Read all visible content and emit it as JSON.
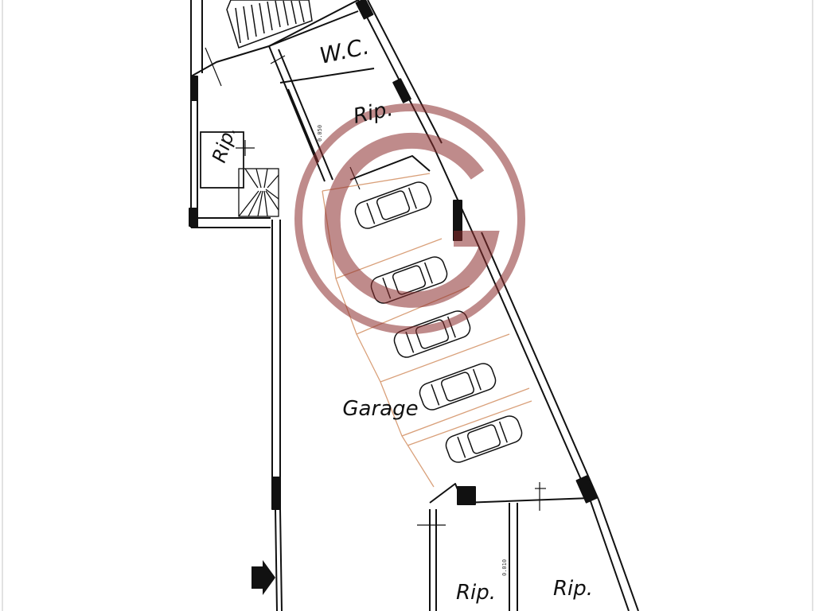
{
  "plan": {
    "rooms": {
      "wc": "W.C.",
      "rip_top": "Rip.",
      "rip_small": "Rip.",
      "garage": "Garage",
      "rip_bottom_left": "Rip.",
      "rip_bottom_right": "Rip."
    },
    "dimension_marks": [
      "0.050",
      "0.010"
    ],
    "parking_spaces": 6,
    "cars": 5
  },
  "watermark": {
    "shape": "circle-g-logo",
    "color": "#8b2e2e"
  },
  "colors": {
    "wall": "#111111",
    "parking_line": "#d9a07a",
    "watermark": "#8b2e2e"
  },
  "icons": [
    "entrance-arrow-icon",
    "car-icon",
    "staircase-icon"
  ]
}
